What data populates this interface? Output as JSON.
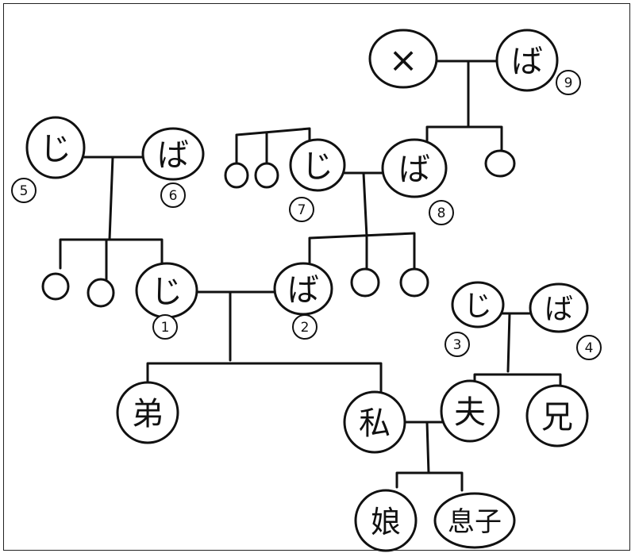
{
  "family_tree": {
    "nodes": [
      {
        "id": "x",
        "label": "×",
        "number": ""
      },
      {
        "id": "ba9",
        "label": "ば",
        "number": "9"
      },
      {
        "id": "ji5",
        "label": "じ",
        "number": "5"
      },
      {
        "id": "ba6",
        "label": "ば",
        "number": "6"
      },
      {
        "id": "ji7",
        "label": "じ",
        "number": "7"
      },
      {
        "id": "ba8",
        "label": "ば",
        "number": "8"
      },
      {
        "id": "ji1",
        "label": "じ",
        "number": "1"
      },
      {
        "id": "ba2",
        "label": "ば",
        "number": "2"
      },
      {
        "id": "ji3",
        "label": "じ",
        "number": "3"
      },
      {
        "id": "ba4",
        "label": "ば",
        "number": "4"
      },
      {
        "id": "otouto",
        "label": "弟",
        "number": ""
      },
      {
        "id": "watashi",
        "label": "私",
        "number": ""
      },
      {
        "id": "otto",
        "label": "夫",
        "number": ""
      },
      {
        "id": "ani",
        "label": "兄",
        "number": ""
      },
      {
        "id": "musume",
        "label": "娘",
        "number": ""
      },
      {
        "id": "musuko",
        "label": "息子",
        "number": ""
      },
      {
        "id": "s7a",
        "label": "",
        "number": ""
      },
      {
        "id": "s7b",
        "label": "",
        "number": ""
      },
      {
        "id": "s8a",
        "label": "",
        "number": ""
      },
      {
        "id": "s1a",
        "label": "",
        "number": ""
      },
      {
        "id": "s1b",
        "label": "",
        "number": ""
      },
      {
        "id": "s2a",
        "label": "",
        "number": ""
      },
      {
        "id": "s2b",
        "label": "",
        "number": ""
      }
    ]
  }
}
